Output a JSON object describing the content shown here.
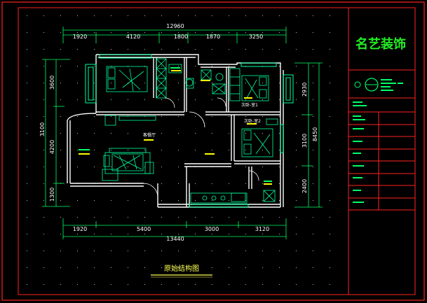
{
  "colors": {
    "background": "#000000",
    "frame": "#ff2222",
    "dimension": "#00ff66",
    "wall": "#ffffff",
    "furniture": "#00ff99",
    "text_accent": "#ffff00",
    "brand": "#22ee22"
  },
  "plan": {
    "overall_top": "12960",
    "top_segments": [
      "1920",
      "4120",
      "1800",
      "1870",
      "3250"
    ],
    "overall_bottom": "13440",
    "bottom_segments": [
      "1920",
      "5400",
      "3000",
      "3120"
    ],
    "left_overall": "3100",
    "left_segments": [
      "3600",
      "4200",
      "1300"
    ],
    "right_overall": "8450",
    "right_segments": [
      "2930",
      "3100",
      "2400"
    ],
    "rooms": {
      "living": "客餐厅",
      "bedroom_2": "次卧-室1",
      "bedroom_3": "次卧-室2"
    },
    "title": "原始结构图"
  },
  "title_block": {
    "brand": "名艺装饰"
  }
}
